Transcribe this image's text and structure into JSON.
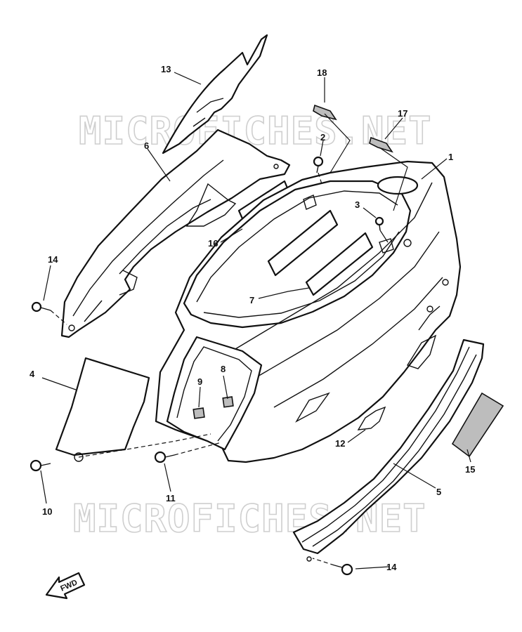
{
  "watermark": {
    "top": "MICROFICHES.NET",
    "bottom": "MICROFICHES.NET"
  },
  "direction_arrow": {
    "label": "FWD"
  },
  "callouts": [
    {
      "id": "c1",
      "label": "1"
    },
    {
      "id": "c2",
      "label": "2"
    },
    {
      "id": "c3",
      "label": "3"
    },
    {
      "id": "c4",
      "label": "4"
    },
    {
      "id": "c5",
      "label": "5"
    },
    {
      "id": "c6",
      "label": "6"
    },
    {
      "id": "c7",
      "label": "7"
    },
    {
      "id": "c8",
      "label": "8"
    },
    {
      "id": "c9",
      "label": "9"
    },
    {
      "id": "c10",
      "label": "10"
    },
    {
      "id": "c11",
      "label": "11"
    },
    {
      "id": "c12",
      "label": "12"
    },
    {
      "id": "c13",
      "label": "13"
    },
    {
      "id": "c14a",
      "label": "14"
    },
    {
      "id": "c14b",
      "label": "14"
    },
    {
      "id": "c15",
      "label": "15"
    },
    {
      "id": "c16",
      "label": "16"
    },
    {
      "id": "c17",
      "label": "17"
    },
    {
      "id": "c18",
      "label": "18"
    }
  ]
}
